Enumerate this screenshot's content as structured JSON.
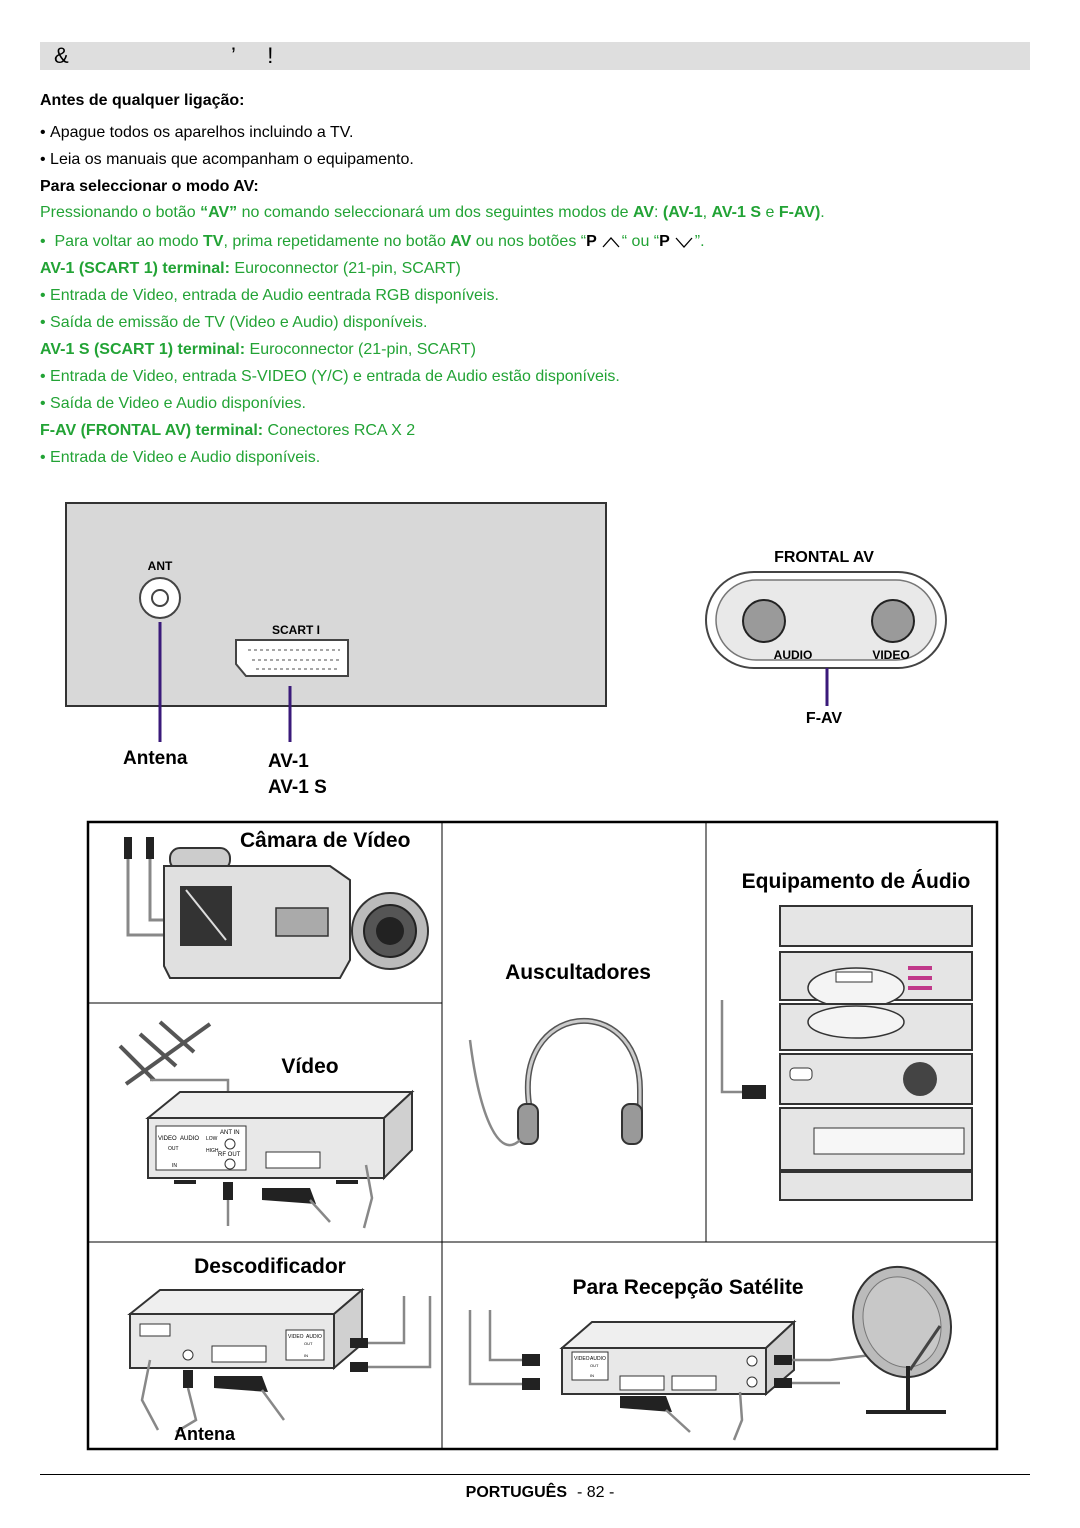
{
  "header": {
    "title_glyphs": [
      "&",
      "’",
      "!"
    ]
  },
  "intro": {
    "before_heading": "Antes de qualquer ligação:",
    "before_items": [
      "Apague todos os aparelhos incluindo a TV.",
      "Leia os manuais que acompanham o equipamento."
    ],
    "av_heading": "Para seleccionar o modo AV:",
    "av_line": {
      "p1": "Pressionando o botão ",
      "key": "“AV”",
      "p2": " no comando seleccionará um dos seguintes modos de ",
      "av": "AV",
      "p3": ": ",
      "m1": "(AV-1",
      "sep1": ", ",
      "m2": "AV-1 S",
      "sep2": " e ",
      "m3": "F-AV)",
      "end": "."
    },
    "tv_line": {
      "p1": "Para voltar ao modo ",
      "tv": "TV",
      "p2": ", prima repetidamente no botão ",
      "av": "AV",
      "p3": " ou nos botões “",
      "p_up": "P",
      "p4": "“ ou “",
      "p_down": "P",
      "p5": "”."
    },
    "sections": [
      {
        "term": "AV-1 (SCART 1) terminal:",
        "desc": " Euroconnector (21-pin, SCART)",
        "items": [
          "Entrada de Video, entrada de Audio eentrada RGB disponíveis.",
          "Saída de emissão de TV (Video e Audio) disponíveis."
        ]
      },
      {
        "term": "AV-1 S (SCART 1) terminal:",
        "desc": " Euroconnector (21-pin, SCART)",
        "items": [
          "Entrada de Video, entrada S-VIDEO (Y/C) e entrada de Audio estão disponíveis.",
          "Saída de Video e Audio disponívies."
        ]
      },
      {
        "term": "F-AV (FRONTAL AV) terminal:",
        "desc": " Conectores RCA X 2",
        "items": [
          "Entrada de Video e Audio disponíveis."
        ]
      }
    ]
  },
  "rear_panel": {
    "ant_label": "ANT",
    "scart_label": "SCART I",
    "antenna_caption": "Antena",
    "av1_caption": "AV-1",
    "av1s_caption": "AV-1 S"
  },
  "frontal": {
    "title": "FRONTAL AV",
    "audio": "AUDIO",
    "video": "VIDEO",
    "caption": "F-AV"
  },
  "devices": {
    "camera": "Câmara de Vídeo",
    "audio_equipment": "Equipamento de Áudio",
    "headphones": "Auscultadores",
    "vcr": "Vídeo",
    "decoder": "Descodificador",
    "satellite": "Para Recepção Satélite",
    "antenna": "Antena",
    "vcr_panel": {
      "video": "VIDEO",
      "audio": "AUDIO",
      "out": "OUT",
      "in": "IN",
      "low": "LOW",
      "high": "HIGH",
      "ant_in": "ANT IN",
      "rf_out": "RF OUT"
    },
    "box_panel": {
      "video": "VIDEO",
      "audio": "AUDIO",
      "out": "OUT",
      "in": "IN"
    }
  },
  "footer": {
    "language": "PORTUGUÊS",
    "page": "- 82 -"
  }
}
